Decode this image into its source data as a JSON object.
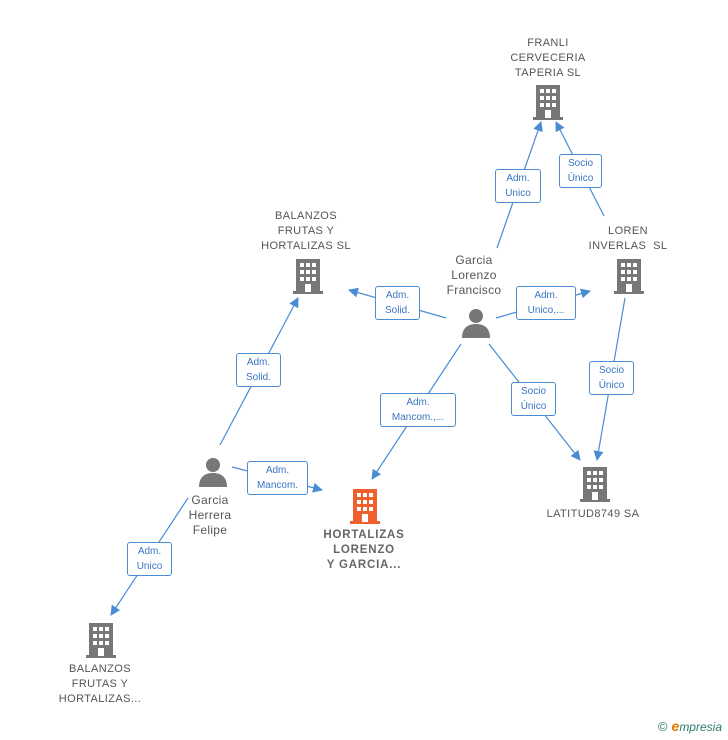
{
  "nodes": {
    "franli": {
      "lines": [
        "FRANLI",
        "CERVECERIA",
        "TAPERIA SL"
      ]
    },
    "balanzos_top": {
      "lines": [
        "BALANZOS",
        "FRUTAS Y",
        "HORTALIZAS SL"
      ]
    },
    "loren": {
      "lines": [
        "LOREN",
        "INVERLAS  SL"
      ]
    },
    "garcia_lorenzo": {
      "lines": [
        "Garcia",
        "Lorenzo",
        "Francisco"
      ]
    },
    "garcia_herrera": {
      "lines": [
        "Garcia",
        "Herrera",
        "Felipe"
      ]
    },
    "hortalizas": {
      "lines": [
        "HORTALIZAS",
        "LORENZO",
        "Y GARCIA..."
      ]
    },
    "latitud": {
      "lines": [
        "LATITUD8749 SA"
      ]
    },
    "balanzos_bottom": {
      "lines": [
        "BALANZOS",
        "FRUTAS Y",
        "HORTALIZAS..."
      ]
    }
  },
  "edges": {
    "glf_franli": [
      "Adm.",
      "Unico"
    ],
    "loren_franli": [
      "Socio",
      "Único"
    ],
    "glf_balanzos": [
      "Adm.",
      "Solid."
    ],
    "glf_loren": [
      "Adm.",
      "Unico,..."
    ],
    "gh_balanzos": [
      "Adm.",
      "Solid."
    ],
    "glf_hortalizas": [
      "Adm.",
      "Mancom.,..."
    ],
    "glf_latitud": [
      "Socio",
      "Único"
    ],
    "loren_latitud": [
      "Socio",
      "Único"
    ],
    "gh_hortalizas": [
      "Adm.",
      "Mancom."
    ],
    "gh_balanzos_bottom": [
      "Adm.",
      "Unico"
    ]
  },
  "footer": {
    "copyright": "©",
    "brand": "mpresia",
    "brand_initial": "e"
  },
  "colors": {
    "edge": "#4a8bd4",
    "node": "#777777",
    "focus": "#f0602c"
  }
}
